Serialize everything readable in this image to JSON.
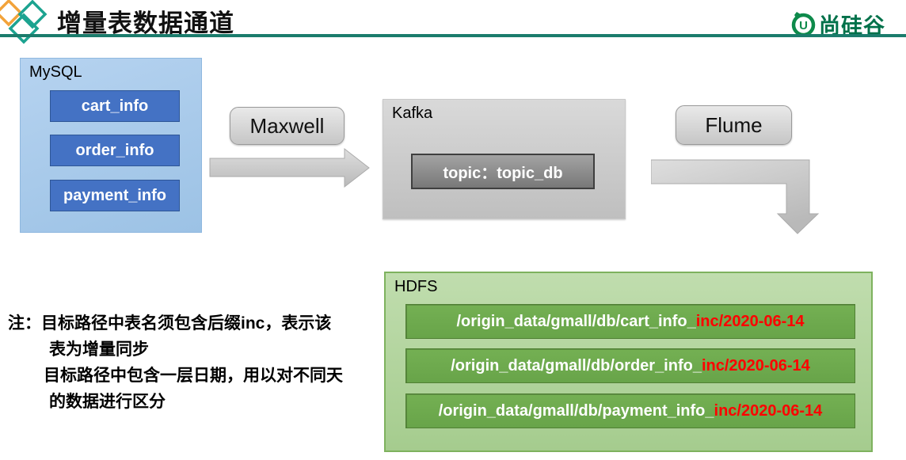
{
  "header": {
    "title": "增量表数据通道",
    "logo_text": "尚硅谷"
  },
  "mysql": {
    "label": "MySQL",
    "tables": [
      {
        "name": "cart_info"
      },
      {
        "name": "order_info"
      },
      {
        "name": "payment_info"
      }
    ]
  },
  "maxwell": {
    "label": "Maxwell"
  },
  "kafka": {
    "label": "Kafka",
    "topic": "topic：topic_db"
  },
  "flume": {
    "label": "Flume"
  },
  "hdfs": {
    "label": "HDFS",
    "paths": [
      {
        "white": "/origin_data/gmall/db/cart_info_",
        "red": "inc/2020-06-14"
      },
      {
        "white": "/origin_data/gmall/db/order_info_",
        "red": "inc/2020-06-14"
      },
      {
        "white": "/origin_data/gmall/db/payment_info_",
        "red": "inc/2020-06-14"
      }
    ]
  },
  "note": {
    "lines": [
      "注：目标路径中表名须包含后缀inc，表示该",
      "表为增量同步",
      "目标路径中包含一层日期，用以对不同天",
      "的数据进行区分"
    ]
  },
  "colors": {
    "accent_teal": "#1B7C6C",
    "logo_green": "#00714A",
    "diamond_orange": "#F2A33A",
    "diamond_teal": "#1CA390",
    "mysql_panel_blue": "#9DC3E6",
    "mysql_table_blue": "#4472C4",
    "kafka_panel_gray": "#CCCCCC",
    "topic_box_gray": "#808080",
    "hdfs_panel_green": "#A9D18E",
    "hdfs_bar_green": "#6CA74C",
    "path_suffix_red": "#FF0000"
  }
}
